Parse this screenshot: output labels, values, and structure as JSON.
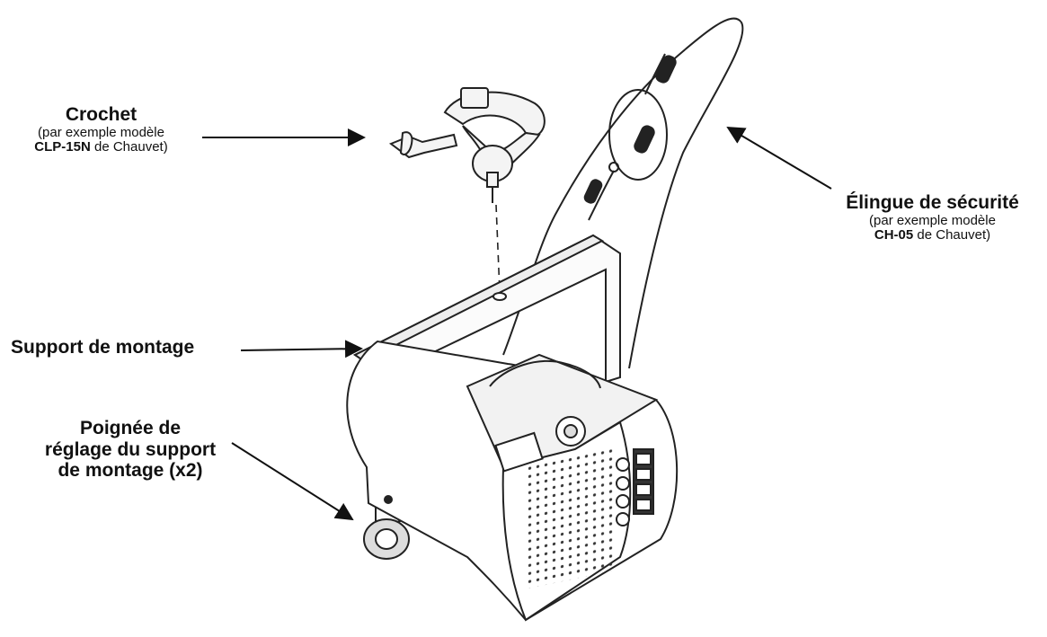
{
  "labels": {
    "hook": {
      "title": "Crochet",
      "line1": "(par exemple modèle",
      "model": "CLP-15N",
      "line2_suffix": " de Chauvet)"
    },
    "safety_cable": {
      "title": "Élingue de sécurité",
      "line1": "(par exemple modèle",
      "model": "CH-05",
      "line2_suffix": " de Chauvet)"
    },
    "bracket": {
      "title": "Support de montage"
    },
    "knob": {
      "line1": "Poignée de",
      "line2": "réglage du support",
      "line3": "de montage (x2)"
    }
  }
}
